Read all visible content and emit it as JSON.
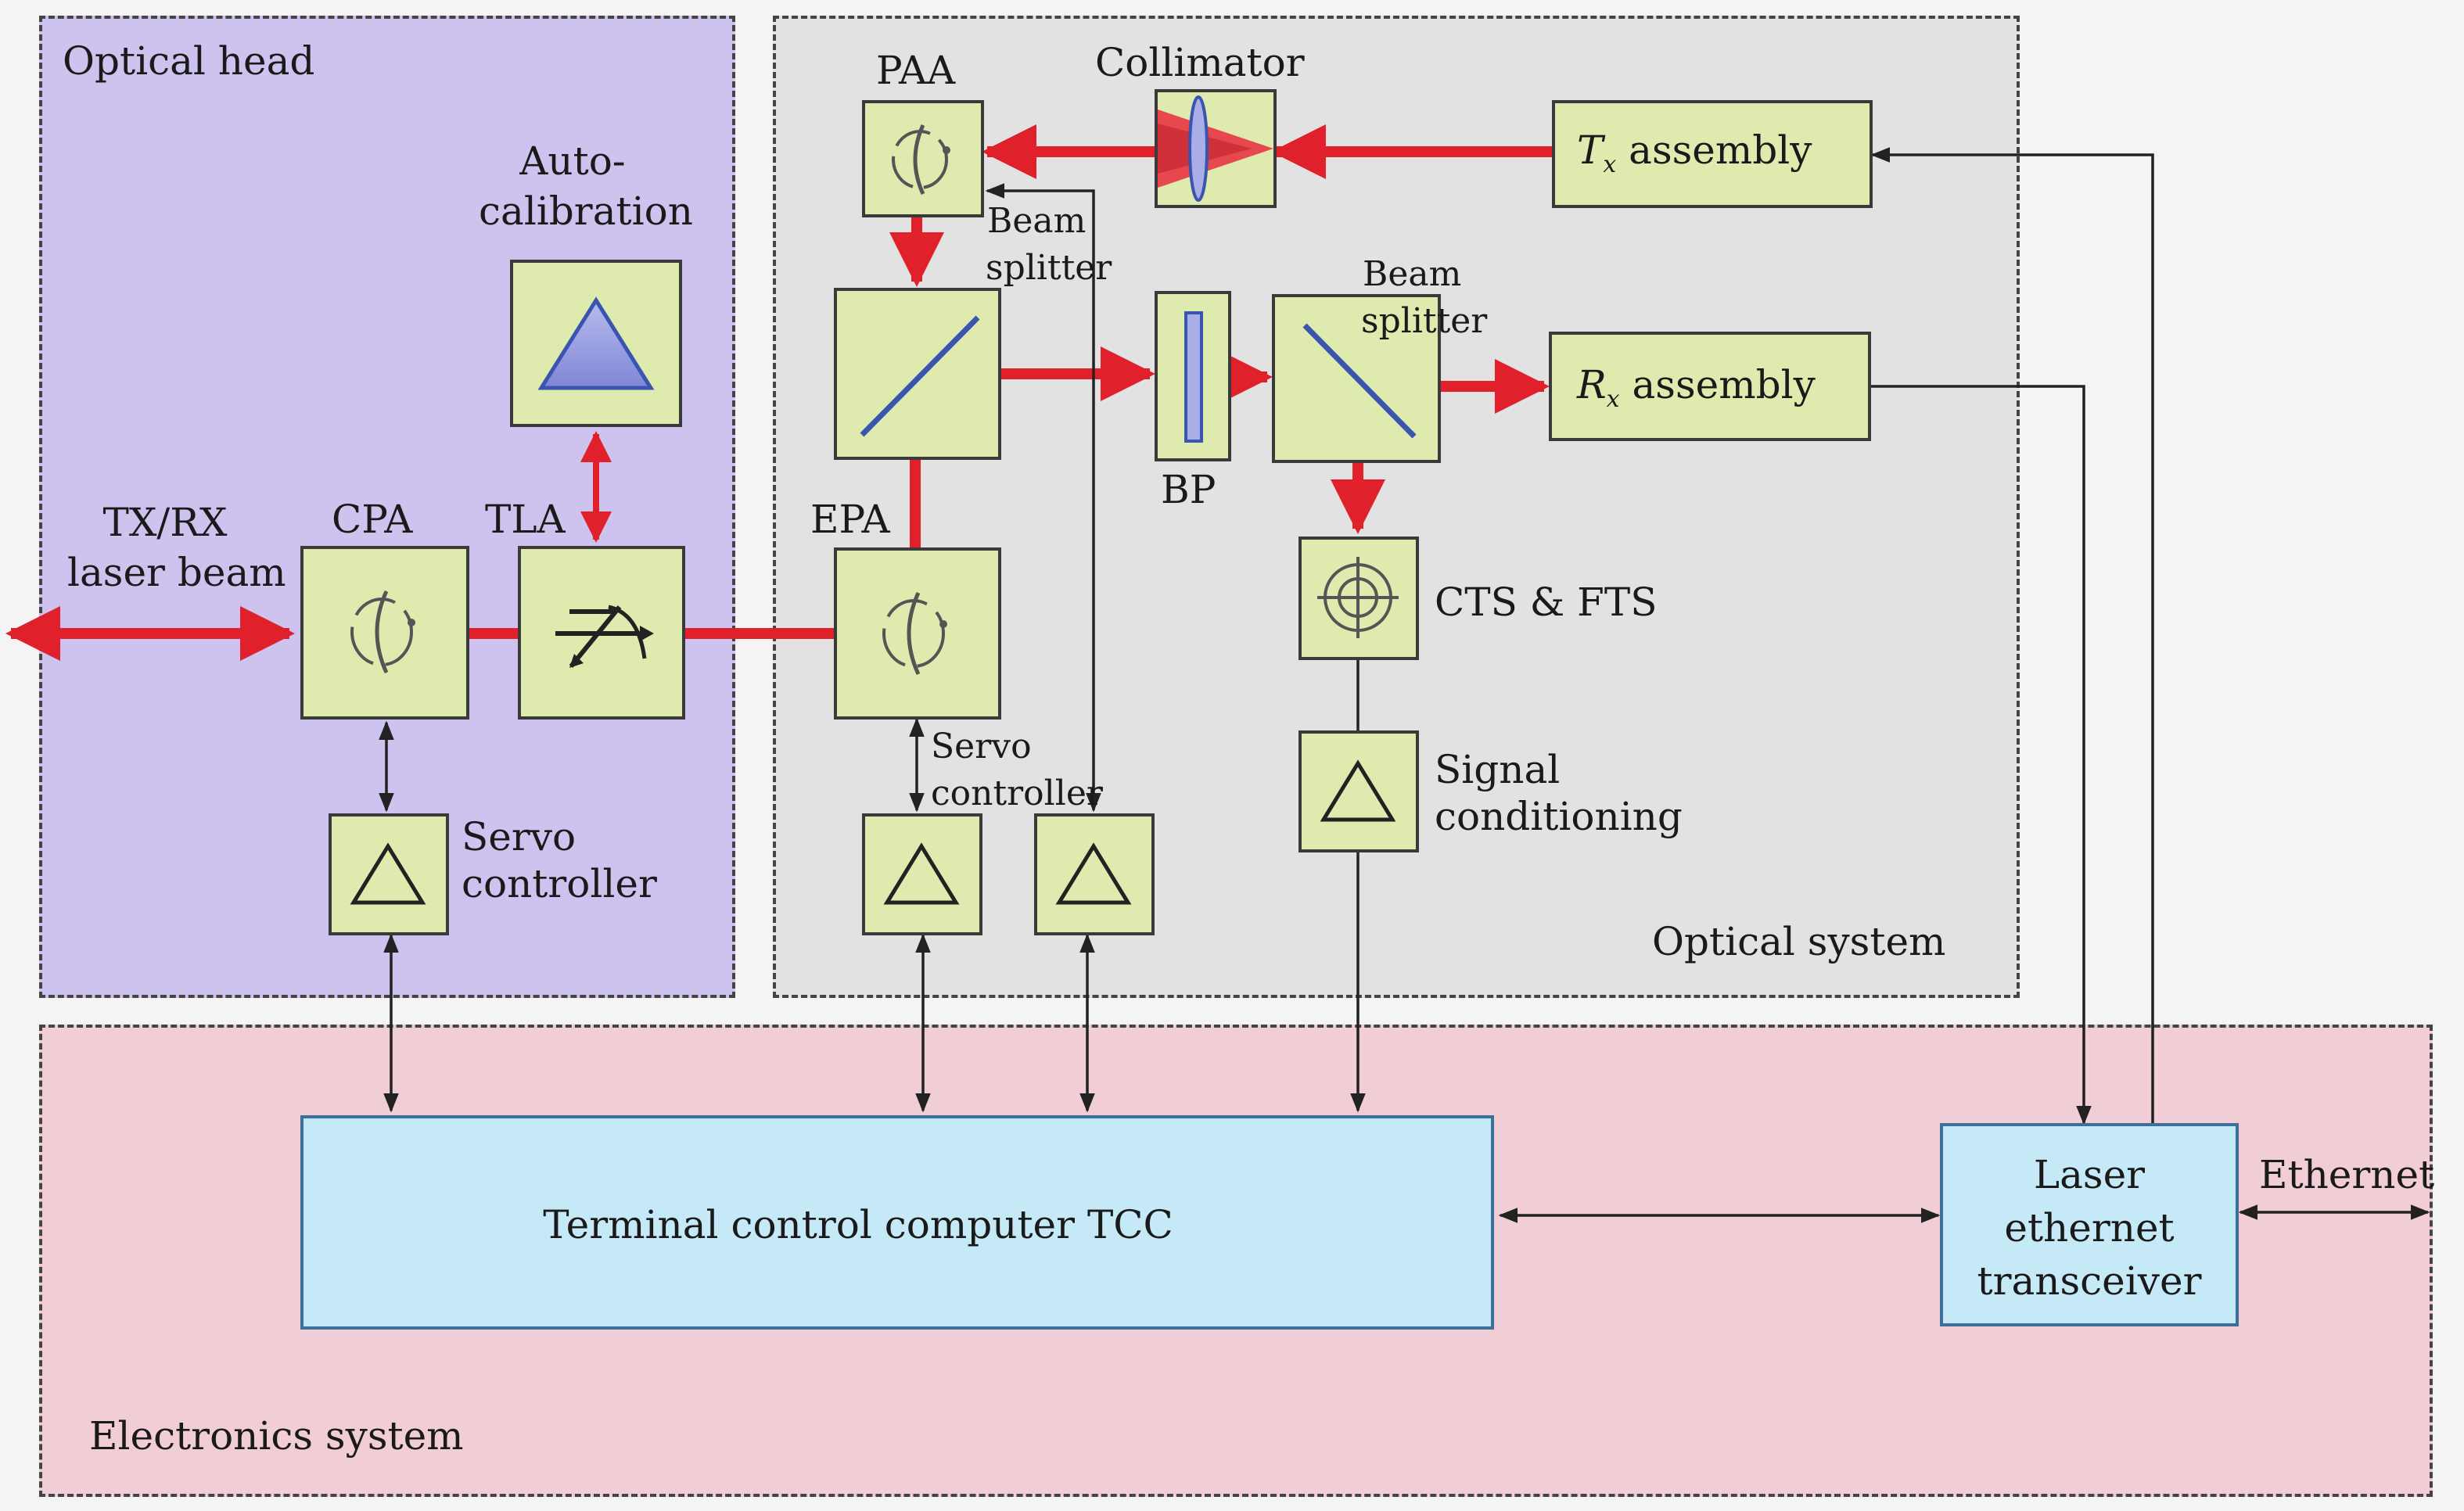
{
  "regions": {
    "optical_head": "Optical head",
    "optical_system": "Optical system",
    "electronics_system": "Electronics system"
  },
  "labels": {
    "paa": "PAA",
    "collimator": "Collimator",
    "tx_assembly_sub": "T",
    "tx_assembly_subscript": "x",
    "tx_assembly_rest": " assembly",
    "rx_assembly_sub": "R",
    "rx_assembly_subscript": "x",
    "rx_assembly_rest": " assembly",
    "beam_splitter_1_l1": "Beam",
    "beam_splitter_1_l2": "splitter",
    "beam_splitter_2_l1": "Beam",
    "beam_splitter_2_l2": "splitter",
    "bp": "BP",
    "cts_fts": "CTS & FTS",
    "signal_conditioning_l1": "Signal",
    "signal_conditioning_l2": "conditioning",
    "epa": "EPA",
    "servo_controller_epa_l1": "Servo",
    "servo_controller_epa_l2": "controller",
    "auto_calibration_l1": "Auto-",
    "auto_calibration_l2": "calibration",
    "cpa": "CPA",
    "tla": "TLA",
    "txrx_l1": "TX/RX",
    "txrx_l2": "laser beam",
    "servo_controller_cpa_l1": "Servo",
    "servo_controller_cpa_l2": "controller",
    "tcc": "Terminal control computer TCC",
    "laser_transceiver_l1": "Laser",
    "laser_transceiver_l2": "ethernet",
    "laser_transceiver_l3": "transceiver",
    "ethernet": "Ethernet"
  },
  "colors": {
    "optical_head_bg": "#cdc3ee",
    "optical_system_bg": "#e2e2e2",
    "electronics_bg": "#f1cdd6",
    "component_fill": "#dfeaae",
    "computer_fill": "#c6e9f7",
    "laser_red": "#e0202a",
    "signal_black": "#222222",
    "optic_blue": "#3a55b0"
  }
}
